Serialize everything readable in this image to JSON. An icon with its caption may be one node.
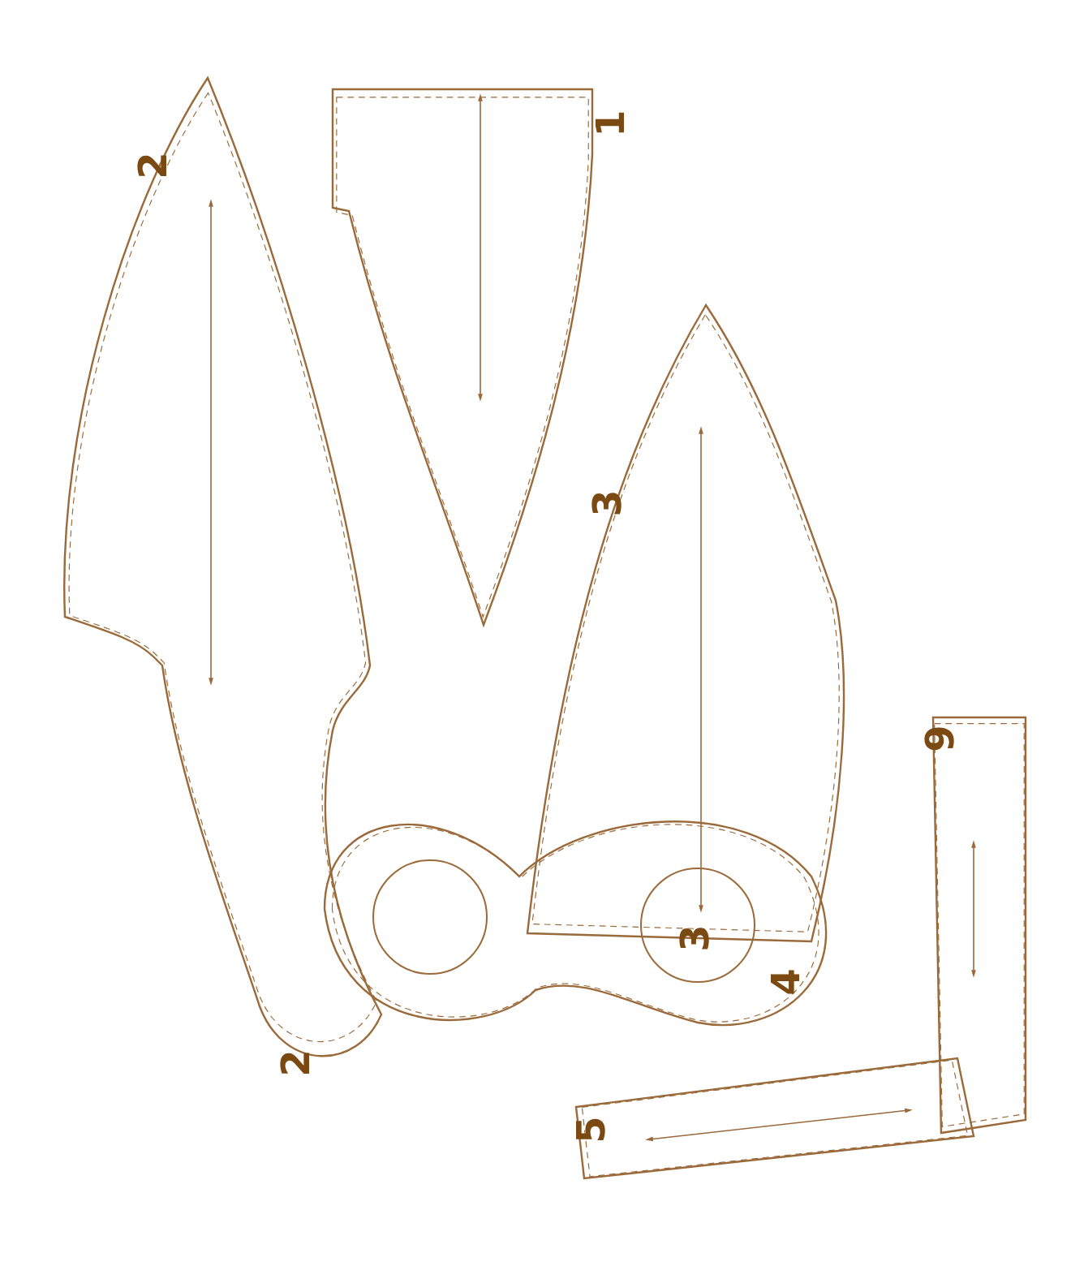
{
  "diagram": {
    "nodes": [
      {
        "text": [
          "2"
        ]
      },
      {
        "text": [
          "1"
        ]
      },
      {
        "text": [
          "3"
        ]
      },
      {
        "text": [
          "9"
        ]
      },
      {
        "text": [
          "4"
        ]
      },
      {
        "text": [
          "5"
        ]
      }
    ],
    "labels": [
      "3",
      "2"
    ]
  }
}
